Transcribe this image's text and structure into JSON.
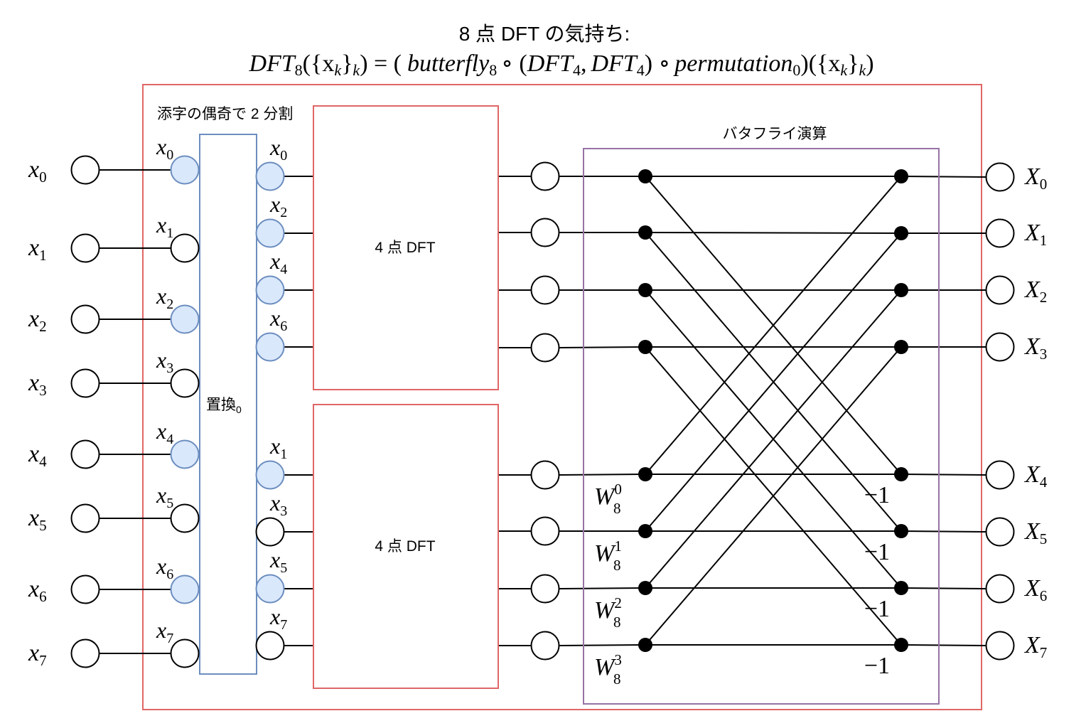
{
  "title": {
    "line1": "8 点 DFT の気持ち:",
    "formula": {
      "lhs_base": "DFT",
      "lhs_sub": "8",
      "lhs_args": "({x",
      "lhs_args_sub": "k",
      "lhs_args_close": "}",
      "lhs_args_close_sub": "k",
      "equals": ") = (",
      "butterfly": "butterfly",
      "butterfly_sub": "8",
      "compose1": "∘ (",
      "dft4a": "DFT",
      "dft4a_sub": "4",
      "comma": ",",
      "dft4b": "DFT",
      "dft4b_sub": "4",
      "compose2": ") ∘",
      "perm": "permutation",
      "perm_sub": "0",
      "tail": ")({x",
      "tail_sub": "k",
      "tail_close": "}",
      "tail_close_sub": "k",
      "tail_end": ")"
    }
  },
  "labels": {
    "parity_split": "添字の偶奇で 2 分割",
    "permutation_block": "置換",
    "permutation_sub": "0",
    "dft_top": "4 点 DFT",
    "dft_bottom": "4 点 DFT",
    "butterfly_block": "バタフライ演算"
  },
  "inputs": [
    {
      "base": "x",
      "sub": "0"
    },
    {
      "base": "x",
      "sub": "1"
    },
    {
      "base": "x",
      "sub": "2"
    },
    {
      "base": "x",
      "sub": "3"
    },
    {
      "base": "x",
      "sub": "4"
    },
    {
      "base": "x",
      "sub": "5"
    },
    {
      "base": "x",
      "sub": "6"
    },
    {
      "base": "x",
      "sub": "7"
    }
  ],
  "perm_in_labels": [
    {
      "base": "x",
      "sub": "0"
    },
    {
      "base": "x",
      "sub": "1"
    },
    {
      "base": "x",
      "sub": "2"
    },
    {
      "base": "x",
      "sub": "3"
    },
    {
      "base": "x",
      "sub": "4"
    },
    {
      "base": "x",
      "sub": "5"
    },
    {
      "base": "x",
      "sub": "6"
    },
    {
      "base": "x",
      "sub": "7"
    }
  ],
  "perm_out_labels": [
    {
      "base": "x",
      "sub": "0"
    },
    {
      "base": "x",
      "sub": "2"
    },
    {
      "base": "x",
      "sub": "4"
    },
    {
      "base": "x",
      "sub": "6"
    },
    {
      "base": "x",
      "sub": "1"
    },
    {
      "base": "x",
      "sub": "3"
    },
    {
      "base": "x",
      "sub": "5"
    },
    {
      "base": "x",
      "sub": "7"
    }
  ],
  "perm_in_highlight": [
    true,
    false,
    true,
    false,
    true,
    false,
    true,
    false
  ],
  "perm_out_highlight": [
    true,
    true,
    true,
    true,
    true,
    false,
    true,
    false
  ],
  "outputs": [
    {
      "base": "X",
      "sub": "0"
    },
    {
      "base": "X",
      "sub": "1"
    },
    {
      "base": "X",
      "sub": "2"
    },
    {
      "base": "X",
      "sub": "3"
    },
    {
      "base": "X",
      "sub": "4"
    },
    {
      "base": "X",
      "sub": "5"
    },
    {
      "base": "X",
      "sub": "6"
    },
    {
      "base": "X",
      "sub": "7"
    }
  ],
  "twiddles": [
    {
      "base": "W",
      "sub": "8",
      "sup": "0"
    },
    {
      "base": "W",
      "sub": "8",
      "sup": "1"
    },
    {
      "base": "W",
      "sub": "8",
      "sup": "2"
    },
    {
      "base": "W",
      "sub": "8",
      "sup": "3"
    }
  ],
  "minus_ones": [
    "−1",
    "−1",
    "−1",
    "−1"
  ],
  "colors": {
    "frame": "#e06666",
    "permutation": "#6c8ebf",
    "highlight_fill": "#dae8fc",
    "butterfly_frame": "#9673a6"
  }
}
